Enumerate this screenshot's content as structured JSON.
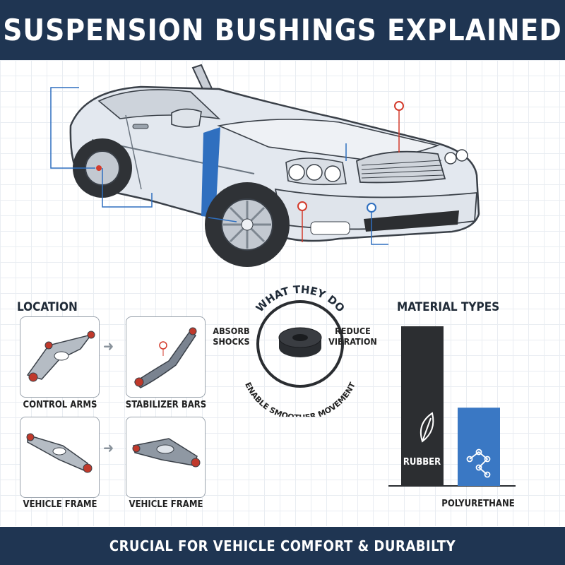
{
  "header": {
    "title": "SUSPENSION BUSHINGS EXPLAINED"
  },
  "location": {
    "title": "LOCATION",
    "cards": [
      {
        "label": "CONTROL ARMS"
      },
      {
        "label": "STABILIZER BARS"
      },
      {
        "label": "VEHICLE FRAME"
      },
      {
        "label": "VEHICLE FRAME"
      }
    ]
  },
  "functions": {
    "title": "WHAT THEY DO",
    "left_line1": "ABSORB",
    "left_line2": "SHOCKS",
    "right_line1": "REDUCE",
    "right_line2": "VIBRATION",
    "bottom": "ENABLE SMOOTHER MOVEMENT"
  },
  "materials": {
    "title": "MATERIAL TYPES",
    "rubber_label": "RUBBER",
    "poly_label": "POLYURETHANE"
  },
  "chart_data": {
    "type": "bar",
    "categories": [
      "RUBBER",
      "POLYURETHANE"
    ],
    "values": [
      1.0,
      0.49
    ],
    "title": "MATERIAL TYPES",
    "colors": [
      "#2c2e31",
      "#3a78c4"
    ]
  },
  "footer": {
    "text": "CRUCIAL FOR VEHICLE COMFORT & DURABILTY"
  }
}
